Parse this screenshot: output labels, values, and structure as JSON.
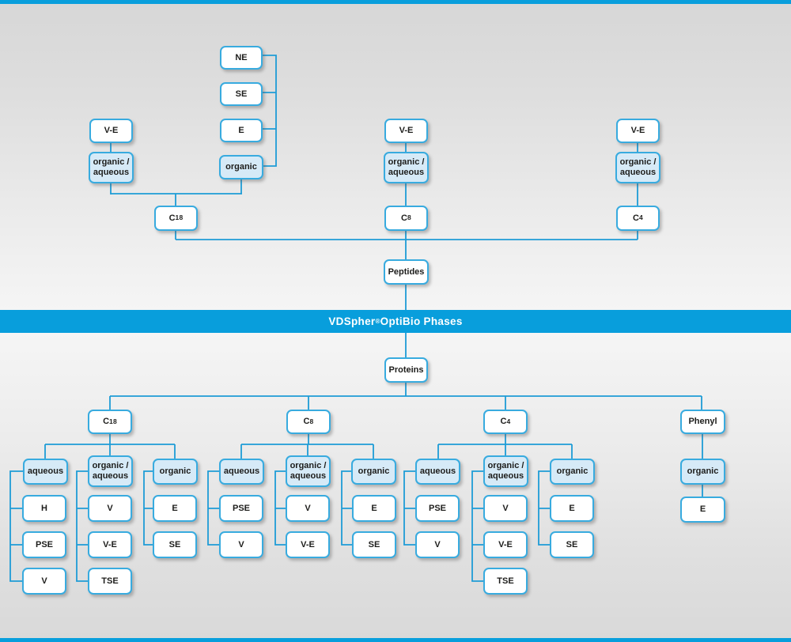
{
  "banner": {
    "label": "VDSpher® OptiBio Phases"
  },
  "colors": {
    "accent_blue": "#089EDC",
    "connector_blue": "#1E9CD6",
    "box_border_blue": "#38ABDF",
    "box_fill_light_blue": "#D6EAF7",
    "box_fill_white": "#FFFFFF"
  },
  "peptides": {
    "root": "Peptides",
    "c18": {
      "label": "C18",
      "ve": "V-E",
      "orgaq": "organic /\naqueous",
      "organic": "organic",
      "organic_phases": [
        "NE",
        "SE",
        "E"
      ]
    },
    "c8": {
      "label": "C8",
      "ve": "V-E",
      "orgaq": "organic /\naqueous"
    },
    "c4": {
      "label": "C4",
      "ve": "V-E",
      "orgaq": "organic /\naqueous"
    }
  },
  "proteins": {
    "root": "Proteins",
    "c18": {
      "label": "C18",
      "aqueous": {
        "label": "aqueous",
        "phases": [
          "H",
          "PSE",
          "V"
        ]
      },
      "orgaq": {
        "label": "organic /\naqueous",
        "phases": [
          "V",
          "V-E",
          "TSE"
        ]
      },
      "organic": {
        "label": "organic",
        "phases": [
          "E",
          "SE"
        ]
      }
    },
    "c8": {
      "label": "C8",
      "aqueous": {
        "label": "aqueous",
        "phases": [
          "PSE",
          "V"
        ]
      },
      "orgaq": {
        "label": "organic /\naqueous",
        "phases": [
          "V",
          "V-E"
        ]
      },
      "organic": {
        "label": "organic",
        "phases": [
          "E",
          "SE"
        ]
      }
    },
    "c4": {
      "label": "C4",
      "aqueous": {
        "label": "aqueous",
        "phases": [
          "PSE",
          "V"
        ]
      },
      "orgaq": {
        "label": "organic /\naqueous",
        "phases": [
          "V",
          "V-E",
          "TSE"
        ]
      },
      "organic": {
        "label": "organic",
        "phases": [
          "E",
          "SE"
        ]
      }
    },
    "phenyl": {
      "label": "Phenyl",
      "organic": {
        "label": "organic",
        "phases": [
          "E"
        ]
      }
    }
  }
}
